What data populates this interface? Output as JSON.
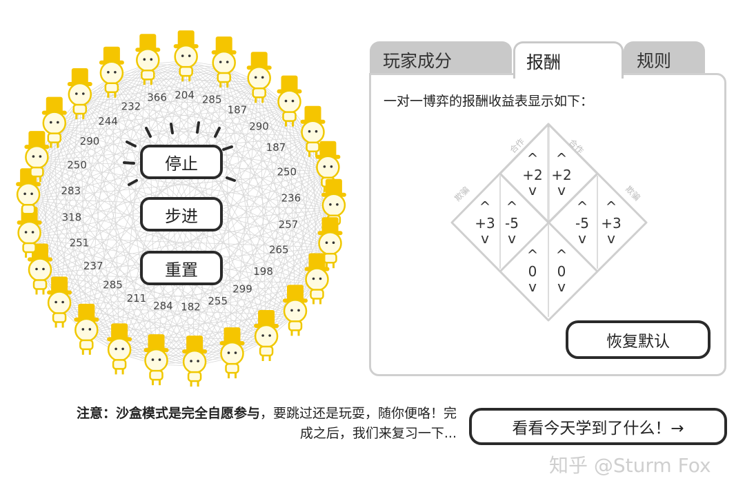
{
  "players": {
    "scores": [
      "204",
      "285",
      "187",
      "290",
      "187",
      "250",
      "236",
      "257",
      "265",
      "198",
      "299",
      "255",
      "182",
      "284",
      "211",
      "285",
      "237",
      "251",
      "318",
      "283",
      "250",
      "290",
      "244",
      "232",
      "366"
    ],
    "colors": {
      "body": "#fffbe0",
      "outline": "#f0c800",
      "hat": "#f5c500"
    }
  },
  "controls": {
    "stop_label": "停止",
    "step_label": "步进",
    "reset_label": "重置"
  },
  "tabs": {
    "players_label": "玩家成分",
    "payoff_label": "报酬",
    "rules_label": "规则"
  },
  "payoff": {
    "description": "一对一博弈的报酬收益表显示如下：",
    "labels": {
      "cooperate": "合作",
      "cheat": "欺骗"
    },
    "cells": {
      "cc_a": "+2",
      "cc_b": "+2",
      "cheat_gain": "+3",
      "coop_loss": "-5",
      "dd_a": "0",
      "dd_b": "0"
    },
    "up_arrow": "^",
    "down_arrow": "v",
    "restore_label": "恢复默认"
  },
  "footer": {
    "note_bold": "注意：沙盒模式是完全自愿参与",
    "note_rest": "，要跳过还是玩耍，随你便咯！完成之后，我们来复习一下...",
    "next_label": "看看今天学到了什么！→",
    "watermark": "知乎 @Sturm Fox"
  }
}
